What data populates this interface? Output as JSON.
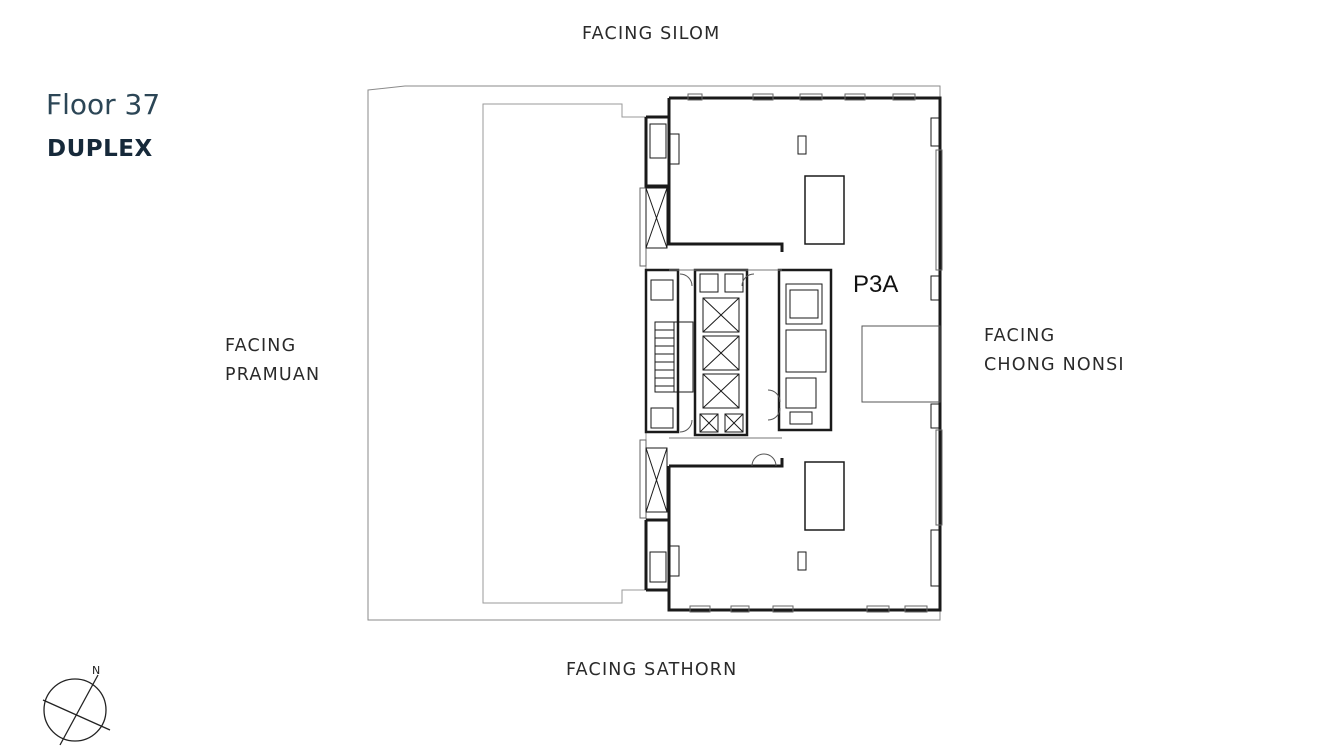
{
  "header": {
    "title": "Floor 37",
    "subtitle": "DUPLEX"
  },
  "facing": {
    "north": "FACING SILOM",
    "south": "FACING SATHORN",
    "west_line1": "FACING",
    "west_line2": "PRAMUAN",
    "east_line1": "FACING",
    "east_line2": "CHONG NONSI"
  },
  "plan": {
    "unit_label": "P3A"
  },
  "compass": {
    "north_label": "N"
  }
}
